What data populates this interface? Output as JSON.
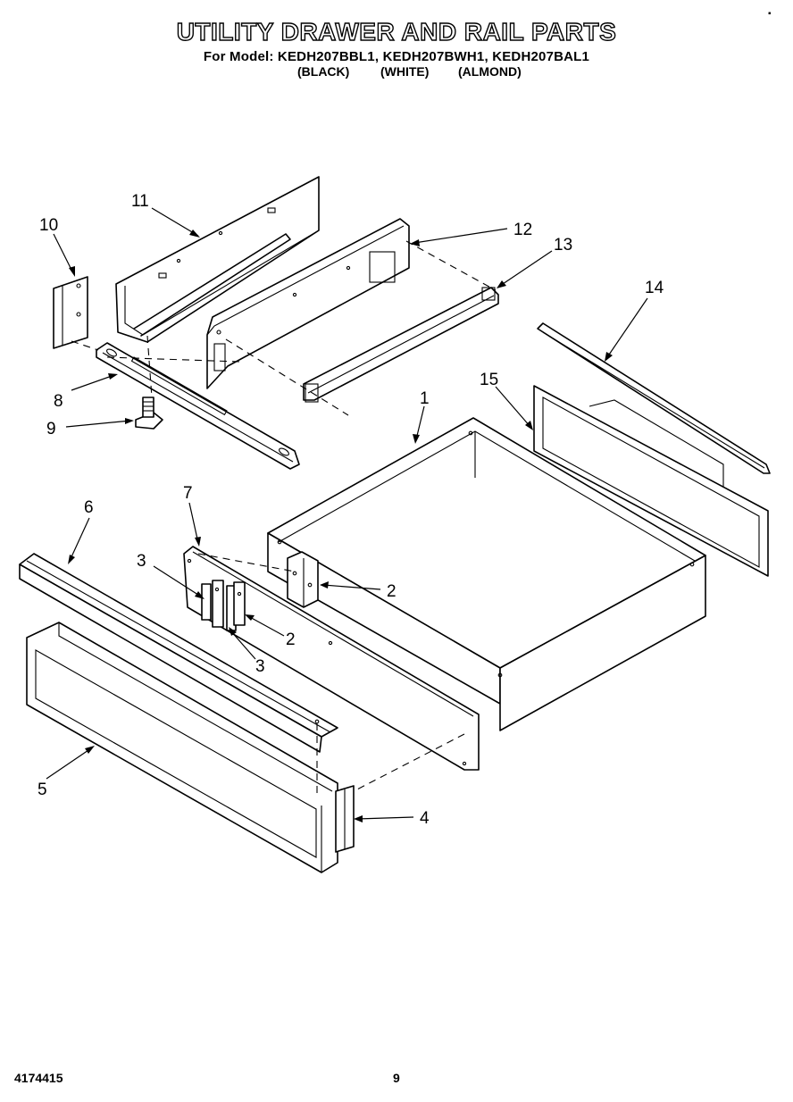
{
  "header": {
    "title": "UTILITY DRAWER AND RAIL PARTS",
    "models": "For Model: KEDH207BBL1, KEDH207BWH1, KEDH207BAL1",
    "colors": [
      "(BLACK)",
      "(WHITE)",
      "(ALMOND)"
    ]
  },
  "corner_mark": "▪",
  "callouts": {
    "c1": "1",
    "c2a": "2",
    "c2b": "2",
    "c3a": "3",
    "c3b": "3",
    "c4": "4",
    "c5": "5",
    "c6": "6",
    "c7": "7",
    "c8": "8",
    "c9": "9",
    "c10": "10",
    "c11": "11",
    "c12": "12",
    "c13": "13",
    "c14": "14",
    "c15": "15"
  },
  "footer": {
    "doc_number": "4174415",
    "page_number": "9"
  }
}
